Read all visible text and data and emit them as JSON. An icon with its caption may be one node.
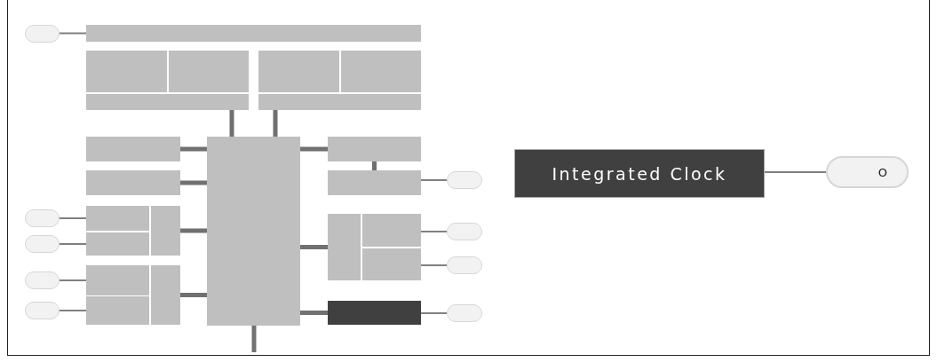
{
  "diagram": {
    "nodes": [
      {
        "text": [],
        "shape": "pill"
      },
      {
        "text": [],
        "shape": "bar"
      },
      {
        "text": [],
        "shape": "box"
      },
      {
        "text": [],
        "shape": "box"
      },
      {
        "text": [],
        "shape": "bar"
      },
      {
        "text": [],
        "shape": "box"
      },
      {
        "text": [],
        "shape": "box"
      },
      {
        "text": [],
        "shape": "bar"
      },
      {
        "text": [],
        "shape": "box"
      },
      {
        "text": [],
        "shape": "box"
      },
      {
        "text": [],
        "shape": "box"
      },
      {
        "text": [],
        "shape": "box"
      },
      {
        "text": [],
        "shape": "box"
      },
      {
        "text": [],
        "shape": "pill"
      },
      {
        "text": [],
        "shape": "pill"
      },
      {
        "text": [],
        "shape": "box"
      },
      {
        "text": [],
        "shape": "box"
      },
      {
        "text": [],
        "shape": "pill"
      },
      {
        "text": [],
        "shape": "box"
      },
      {
        "text": [],
        "shape": "box"
      },
      {
        "text": [],
        "shape": "box"
      },
      {
        "text": [],
        "shape": "pill"
      },
      {
        "text": [],
        "shape": "box"
      },
      {
        "text": [],
        "shape": "pill"
      },
      {
        "text": [],
        "shape": "pill"
      },
      {
        "text": [],
        "shape": "box"
      },
      {
        "text": [],
        "shape": "box"
      },
      {
        "text": [],
        "shape": "box"
      },
      {
        "text": [],
        "shape": "pill"
      },
      {
        "text": [],
        "shape": "box"
      },
      {
        "text": [],
        "shape": "pill"
      },
      {
        "text": [
          "Integrated Clock"
        ]
      },
      {
        "text": [
          "O"
        ]
      }
    ],
    "edges": [
      {
        "from": 0,
        "to": 1,
        "arrow": "none"
      },
      {
        "from": 4,
        "to": 9,
        "arrow": "none",
        "style": "thick"
      },
      {
        "from": 7,
        "to": 9,
        "arrow": "none",
        "style": "thick"
      },
      {
        "from": 8,
        "to": 9,
        "arrow": "none",
        "style": "thick"
      },
      {
        "from": 11,
        "to": 9,
        "arrow": "none",
        "style": "thick"
      },
      {
        "from": 16,
        "to": 9,
        "arrow": "none",
        "style": "thick"
      },
      {
        "from": 26,
        "to": 9,
        "arrow": "none",
        "style": "thick"
      },
      {
        "from": 9,
        "to": 10,
        "arrow": "none",
        "style": "thick"
      },
      {
        "from": 9,
        "to": 19,
        "arrow": "none",
        "style": "thick"
      },
      {
        "from": 9,
        "to": 29,
        "arrow": "none",
        "style": "thick"
      },
      {
        "from": 10,
        "to": 12,
        "arrow": "none",
        "style": "thick"
      },
      {
        "from": 9,
        "to": null,
        "arrow": "none",
        "style": "thick"
      },
      {
        "from": 12,
        "to": 13,
        "arrow": "none"
      },
      {
        "from": 14,
        "to": 15,
        "arrow": "none"
      },
      {
        "from": 17,
        "to": 18,
        "arrow": "none"
      },
      {
        "from": 20,
        "to": 21,
        "arrow": "none"
      },
      {
        "from": 22,
        "to": 23,
        "arrow": "none"
      },
      {
        "from": 24,
        "to": 25,
        "arrow": "none"
      },
      {
        "from": 28,
        "to": 27,
        "arrow": "none"
      },
      {
        "from": 29,
        "to": 30,
        "arrow": "none"
      },
      {
        "from": 31,
        "to": 32,
        "arrow": "none"
      }
    ]
  }
}
